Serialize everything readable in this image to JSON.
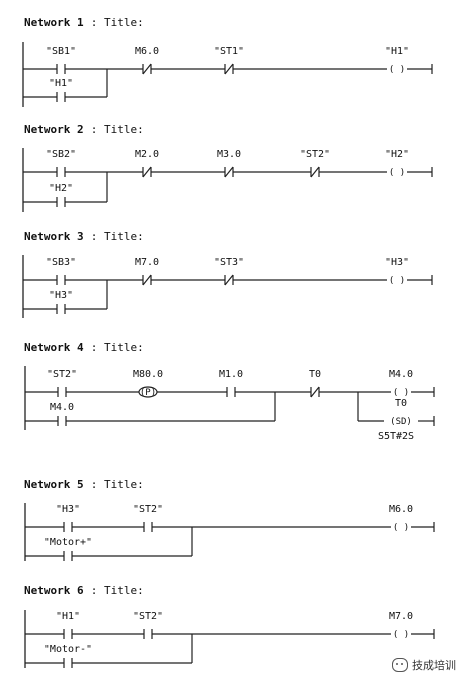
{
  "colors": {
    "ink": "#111111",
    "background": "#ffffff"
  },
  "networks": [
    {
      "label": "Network 1",
      "title": ": Title:",
      "main": [
        {
          "type": "NO",
          "label": "\"SB1\""
        },
        {
          "type": "NC",
          "label": "M6.0"
        },
        {
          "type": "NC",
          "label": "\"ST1\""
        }
      ],
      "parallel": [
        {
          "type": "NO",
          "label": "\"H1\""
        }
      ],
      "coils": [
        {
          "symbol": "( )",
          "label": "\"H1\""
        }
      ]
    },
    {
      "label": "Network 2",
      "title": ": Title:",
      "main": [
        {
          "type": "NO",
          "label": "\"SB2\""
        },
        {
          "type": "NC",
          "label": "M2.0"
        },
        {
          "type": "NC",
          "label": "M3.0"
        },
        {
          "type": "NC",
          "label": "\"ST2\""
        }
      ],
      "parallel": [
        {
          "type": "NO",
          "label": "\"H2\""
        }
      ],
      "coils": [
        {
          "symbol": "( )",
          "label": "\"H2\""
        }
      ]
    },
    {
      "label": "Network 3",
      "title": ": Title:",
      "main": [
        {
          "type": "NO",
          "label": "\"SB3\""
        },
        {
          "type": "NC",
          "label": "M7.0"
        },
        {
          "type": "NC",
          "label": "\"ST3\""
        }
      ],
      "parallel": [
        {
          "type": "NO",
          "label": "\"H3\""
        }
      ],
      "coils": [
        {
          "symbol": "( )",
          "label": "\"H3\""
        }
      ]
    },
    {
      "label": "Network 4",
      "title": ": Title:",
      "main": [
        {
          "type": "NO",
          "label": "\"ST2\""
        },
        {
          "type": "P",
          "label": "M80.0"
        },
        {
          "type": "NO",
          "label": "M1.0"
        },
        {
          "type": "NC",
          "label": "T0"
        }
      ],
      "parallel": [
        {
          "type": "NO",
          "label": "M4.0"
        }
      ],
      "coils": [
        {
          "symbol": "( )",
          "label": "M4.0"
        },
        {
          "symbol": "(SD)",
          "label": "T0",
          "param": "S5T#2S"
        }
      ]
    },
    {
      "label": "Network 5",
      "title": ": Title:",
      "main": [
        {
          "type": "NO",
          "label": "\"H3\""
        },
        {
          "type": "NO",
          "label": "\"ST2\""
        }
      ],
      "parallel": [
        {
          "type": "NO",
          "label": "\"Motor+\""
        }
      ],
      "coils": [
        {
          "symbol": "( )",
          "label": "M6.0"
        }
      ]
    },
    {
      "label": "Network 6",
      "title": ": Title:",
      "main": [
        {
          "type": "NO",
          "label": "\"H1\""
        },
        {
          "type": "NO",
          "label": "\"ST2\""
        }
      ],
      "parallel": [
        {
          "type": "NO",
          "label": "\"Motor-\""
        }
      ],
      "coils": [
        {
          "symbol": "( )",
          "label": "M7.0"
        }
      ]
    }
  ],
  "watermark": {
    "icon": "wechat-icon",
    "text": "技成培训"
  }
}
